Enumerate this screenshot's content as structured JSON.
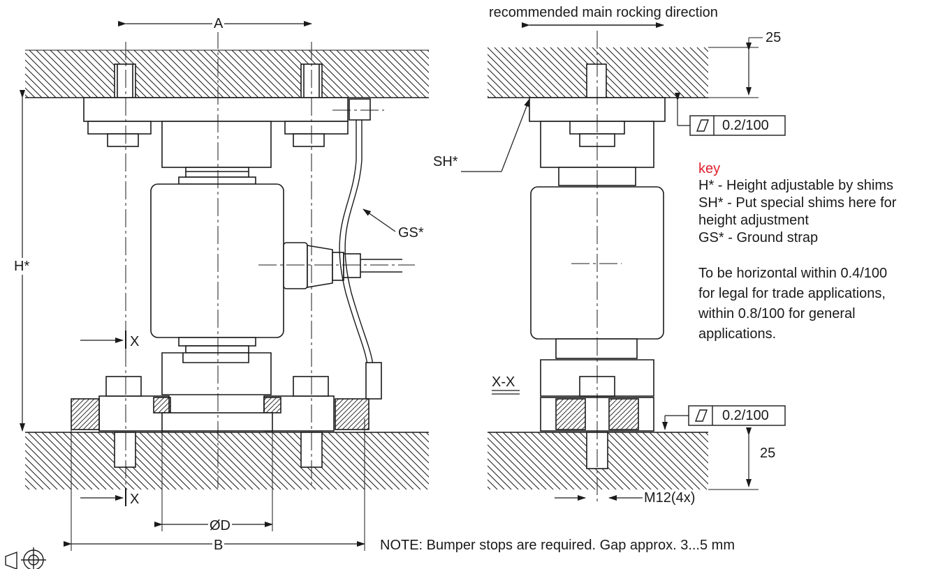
{
  "labels": {
    "rocking_direction": "recommended main rocking direction",
    "dim_a": "A",
    "dim_b": "B",
    "dim_d": "ØD",
    "dim_h": "H*",
    "section_x_top": "X",
    "section_x_bottom": "X",
    "section_view": "X-X",
    "sh": "SH*",
    "gs": "GS*",
    "dim_25_top": "25",
    "dim_25_bottom": "25",
    "tol_top": "0.2/100",
    "tol_bottom": "0.2/100",
    "thread": "M12(4x)"
  },
  "key": {
    "title": "key",
    "lines": [
      "H* - Height adjustable by shims",
      "SH* - Put special shims here for",
      "height adjustment",
      "GS* - Ground strap"
    ],
    "paragraph_lines": [
      "To be horizontal within 0.4/100",
      "for legal for trade applications,",
      "within 0.8/100 for general",
      "applications."
    ]
  },
  "note": "NOTE: Bumper stops are required. Gap approx. 3...5 mm",
  "colors": {
    "line": "#1a1a1a",
    "accent": "#e0202c",
    "background": "#ffffff"
  },
  "icons": {
    "projection": "third-angle-projection-icon"
  }
}
